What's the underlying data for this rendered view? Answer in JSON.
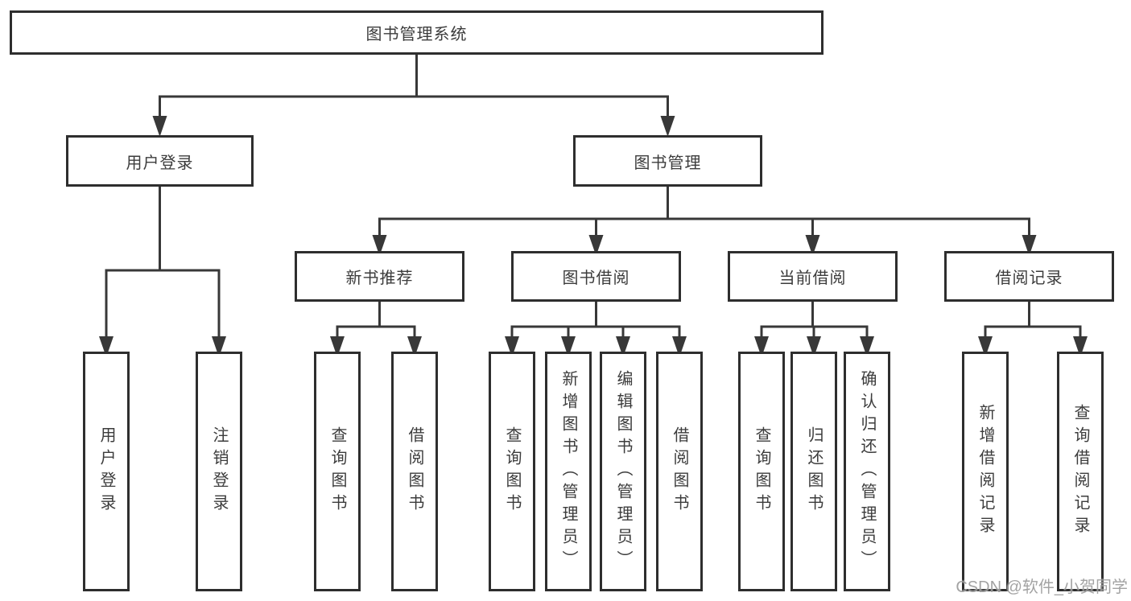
{
  "title": "图书管理系统",
  "watermark": {
    "text": "CSDN @软件_小贺同学",
    "color": "#9c9c9c"
  },
  "colors": {
    "background": "#ffffff",
    "line": "#383838",
    "box_border": "#2e2e2e",
    "box_fill": "#ffffff",
    "text": "#3c3c3c"
  },
  "tree": {
    "root": {
      "label": "图书管理系统"
    },
    "children": [
      {
        "label": "用户登录",
        "children": [
          {
            "label": "用户登录"
          },
          {
            "label": "注销登录"
          }
        ]
      },
      {
        "label": "图书管理",
        "children": [
          {
            "label": "新书推荐",
            "children": [
              {
                "label": "查询图书"
              },
              {
                "label": "借阅图书"
              }
            ]
          },
          {
            "label": "图书借阅",
            "children": [
              {
                "label": "查询图书"
              },
              {
                "label": "新增图书（管理员）"
              },
              {
                "label": "编辑图书（管理员）"
              },
              {
                "label": "借阅图书"
              }
            ]
          },
          {
            "label": "当前借阅",
            "children": [
              {
                "label": "查询图书"
              },
              {
                "label": "归还图书"
              },
              {
                "label": "确认归还（管理员）"
              }
            ]
          },
          {
            "label": "借阅记录",
            "children": [
              {
                "label": "新增借阅记录"
              },
              {
                "label": "查询借阅记录"
              }
            ]
          }
        ]
      }
    ]
  }
}
